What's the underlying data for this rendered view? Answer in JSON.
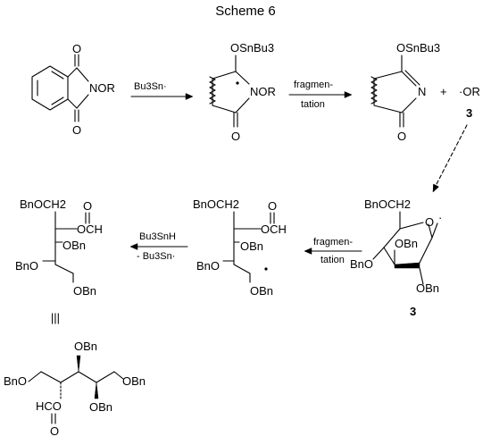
{
  "title": "Scheme 6",
  "reagents": {
    "step1": "Bu3Sn·",
    "frag1a": "fragmen-",
    "frag1b": "tation",
    "frag2a": "fragmen-",
    "frag2b": "tation",
    "step3a": "Bu3SnH",
    "step3b": "- Bu3Sn·"
  },
  "labels": {
    "O": "O",
    "N": "N",
    "NOR": "NOR",
    "OSnBu3": "OSnBu3",
    "plus": "+",
    "OR_radical": "·OR",
    "compound_3": "3",
    "BnOCH2": "BnOCH2",
    "OBn": "OBn",
    "BnO": "BnO",
    "OCH": "OCH",
    "HCO": "HCO",
    "equiv": "|||"
  }
}
